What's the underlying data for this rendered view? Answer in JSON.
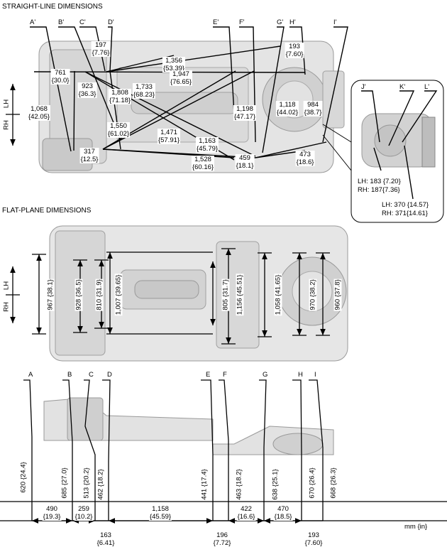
{
  "headings": {
    "straight": "STRAIGHT-LINE DIMENSIONS",
    "flat": "FLAT-PLANE DIMENSIONS"
  },
  "side_labels": {
    "lh": "LH",
    "rh": "RH"
  },
  "unit_note": "mm {in}",
  "point_labels": {
    "primed": [
      "A'",
      "B'",
      "C'",
      "D'",
      "E'",
      "F'",
      "G'",
      "H'",
      "I'"
    ],
    "inset": [
      "J'",
      "K'",
      "L'"
    ],
    "plain": [
      "A",
      "B",
      "C",
      "D",
      "E",
      "F",
      "G",
      "H",
      "I"
    ]
  },
  "straight_dims": [
    {
      "mm": "197",
      "in": "{7.76}"
    },
    {
      "mm": "1,356",
      "in": "{53.39}"
    },
    {
      "mm": "193",
      "in": "{7.60}"
    },
    {
      "mm": "761",
      "in": "{30.0}"
    },
    {
      "mm": "1,947",
      "in": "{76.65}"
    },
    {
      "mm": "923",
      "in": "{36.3}"
    },
    {
      "mm": "1,808",
      "in": "{71.18}"
    },
    {
      "mm": "1,733",
      "in": "{68.23}"
    },
    {
      "mm": "1,068",
      "in": "{42.05}"
    },
    {
      "mm": "1,198",
      "in": "{47.17}"
    },
    {
      "mm": "1,118",
      "in": "{44.02}"
    },
    {
      "mm": "984",
      "in": "{38.7}"
    },
    {
      "mm": "1,550",
      "in": "{61.02}"
    },
    {
      "mm": "1,471",
      "in": "{57.91}"
    },
    {
      "mm": "1,163",
      "in": "{45.79}"
    },
    {
      "mm": "317",
      "in": "{12.5}"
    },
    {
      "mm": "1,528",
      "in": "{60.16}"
    },
    {
      "mm": "459",
      "in": "{18.1}"
    },
    {
      "mm": "473",
      "in": "{18.6}"
    }
  ],
  "inset_dims": {
    "lh1": "LH: 183 {7.20}",
    "rh1": "RH: 187{7.36}",
    "lh2": "LH: 370 {14.57}",
    "rh2": "RH: 371{14.61}"
  },
  "width_dims": [
    {
      "mm": "967",
      "in": "{38.1}"
    },
    {
      "mm": "928",
      "in": "{36.5}"
    },
    {
      "mm": "810",
      "in": "{31.9}"
    },
    {
      "mm": "1,007",
      "in": "{39.65}"
    },
    {
      "mm": "805",
      "in": "{31.7}"
    },
    {
      "mm": "1,156",
      "in": "{45.51}"
    },
    {
      "mm": "1,058",
      "in": "{41.65}"
    },
    {
      "mm": "970",
      "in": "{38.2}"
    },
    {
      "mm": "960",
      "in": "{37.8}"
    }
  ],
  "height_dims": [
    {
      "mm": "620",
      "in": "{24.4}"
    },
    {
      "mm": "685",
      "in": "{27.0}"
    },
    {
      "mm": "513",
      "in": "{20.2}"
    },
    {
      "mm": "462",
      "in": "{18.2}"
    },
    {
      "mm": "441",
      "in": "{17.4}"
    },
    {
      "mm": "463",
      "in": "{18.2}"
    },
    {
      "mm": "638",
      "in": "{25.1}"
    },
    {
      "mm": "670",
      "in": "{26.4}"
    },
    {
      "mm": "668",
      "in": "{26.3}"
    }
  ],
  "length_dims": [
    {
      "mm": "490",
      "in": "{19.3}"
    },
    {
      "mm": "259",
      "in": "{10.2}"
    },
    {
      "mm": "1,158",
      "in": "{45.59}"
    },
    {
      "mm": "422",
      "in": "{16.6}"
    },
    {
      "mm": "470",
      "in": "{18.5}"
    },
    {
      "mm": "163",
      "in": "{6.41}"
    },
    {
      "mm": "196",
      "in": "{7.72}"
    },
    {
      "mm": "193",
      "in": "{7.60}"
    }
  ]
}
